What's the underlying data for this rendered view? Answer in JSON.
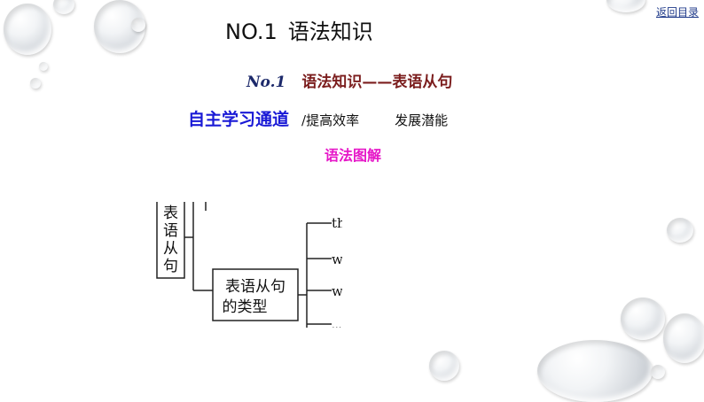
{
  "header": {
    "title_no": "NO.1",
    "title_zh": "语法知识",
    "back_link": "返回目录"
  },
  "section": {
    "number": "No.1",
    "title": "语法知识——表语从句"
  },
  "channel": {
    "title": "自主学习通道",
    "subtitle_1": "/提高效率",
    "subtitle_2": "发展潜能"
  },
  "diagram": {
    "heading": "语法图解",
    "root_chars": [
      "表",
      "语",
      "从",
      "句"
    ],
    "types_line1": "表语从句",
    "types_line2": "的类型",
    "branch_labels": [
      "th",
      "w",
      "w",
      "..."
    ]
  },
  "colors": {
    "section_title": "#7b1d1d",
    "channel_title": "#1a1ad6",
    "diagram_heading": "#e617c8",
    "back_link": "#1f3a8a"
  }
}
